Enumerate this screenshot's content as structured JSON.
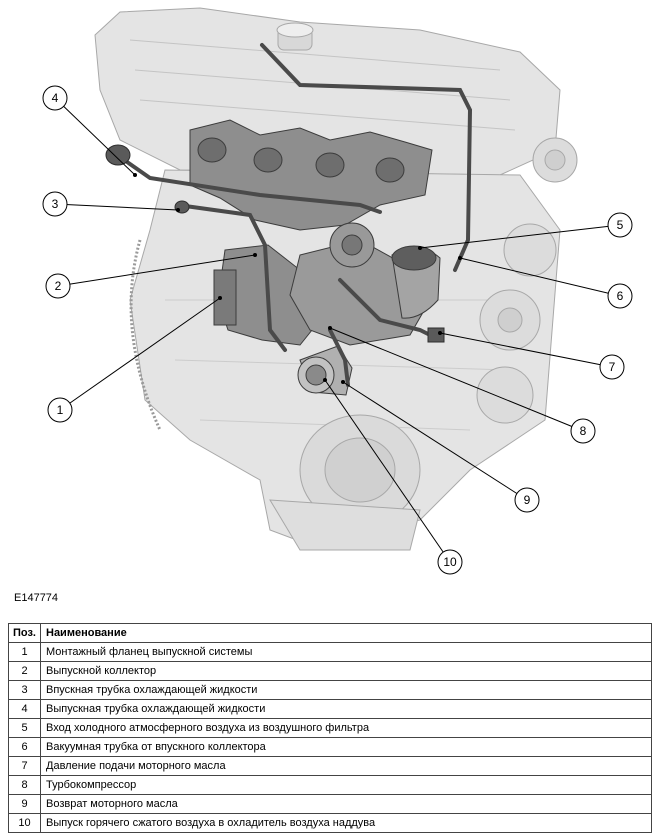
{
  "figure_code": "E147774",
  "callouts": [
    "1",
    "2",
    "3",
    "4",
    "5",
    "6",
    "7",
    "8",
    "9",
    "10"
  ],
  "table": {
    "headers": [
      "Поз.",
      "Наименование"
    ],
    "rows": [
      {
        "pos": "1",
        "name": "Монтажный фланец выпускной системы"
      },
      {
        "pos": "2",
        "name": "Выпускной коллектор"
      },
      {
        "pos": "3",
        "name": "Впускная трубка охлаждающей жидкости"
      },
      {
        "pos": "4",
        "name": "Выпускная трубка охлаждающей жидкости"
      },
      {
        "pos": "5",
        "name": "Вход холодного атмосферного воздуха из воздушного фильтра"
      },
      {
        "pos": "6",
        "name": "Вакуумная трубка от впускного коллектора"
      },
      {
        "pos": "7",
        "name": "Давление подачи моторного масла"
      },
      {
        "pos": "8",
        "name": "Турбокомпрессор"
      },
      {
        "pos": "9",
        "name": "Возврат моторного масла"
      },
      {
        "pos": "10",
        "name": "Выпуск горячего сжатого воздуха в охладитель воздуха наддува"
      }
    ]
  }
}
